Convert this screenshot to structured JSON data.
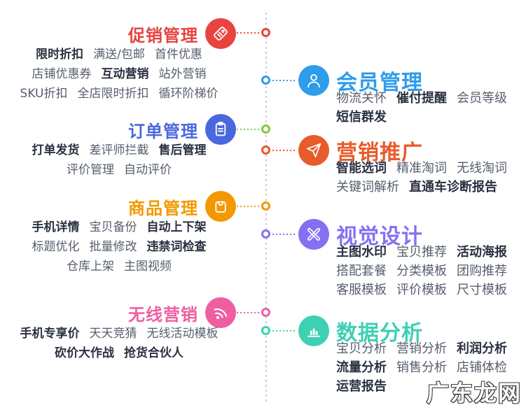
{
  "watermark": "广东龙网",
  "timeline_color": "#cbcfd4",
  "sections": [
    {
      "title": "促销管理",
      "color": "#e8433f",
      "line_color": "#e8433f",
      "icon": "tag-icon",
      "side": "left",
      "rows": [
        [
          {
            "text": "限时折扣",
            "bold": true
          },
          {
            "text": "满送/包邮",
            "bold": false
          },
          {
            "text": "首件优惠",
            "bold": false
          }
        ],
        [
          {
            "text": "店铺优惠券",
            "bold": false
          },
          {
            "text": "互动营销",
            "bold": true
          },
          {
            "text": "站外营销",
            "bold": false
          }
        ],
        [
          {
            "text": "SKU折扣",
            "bold": false
          },
          {
            "text": "全店限时折扣",
            "bold": false
          },
          {
            "text": "循环阶梯价",
            "bold": false
          }
        ]
      ]
    },
    {
      "title": "会员管理",
      "color": "#2f9cea",
      "line_color": "#2f9cea",
      "icon": "user-icon",
      "side": "right",
      "rows": [
        [
          {
            "text": "物流关怀",
            "bold": false
          },
          {
            "text": "催付提醒",
            "bold": true
          },
          {
            "text": "会员等级",
            "bold": false
          }
        ],
        [
          {
            "text": "短信群发",
            "bold": true
          }
        ]
      ]
    },
    {
      "title": "订单管理",
      "color": "#4a68dd",
      "line_color": "#82c943",
      "icon": "clipboard-icon",
      "side": "left",
      "rows": [
        [
          {
            "text": "打单发货",
            "bold": true
          },
          {
            "text": "差评师拦截",
            "bold": false
          },
          {
            "text": "售后管理",
            "bold": true
          }
        ],
        [
          {
            "text": "评价管理",
            "bold": false
          },
          {
            "text": "自动评价",
            "bold": false
          }
        ]
      ]
    },
    {
      "title": "营销推广",
      "color": "#e85b2b",
      "line_color": "#e85b2b",
      "icon": "paper-plane-icon",
      "side": "right",
      "rows": [
        [
          {
            "text": "智能选词",
            "bold": true
          },
          {
            "text": "精准淘词",
            "bold": false
          },
          {
            "text": "无线淘词",
            "bold": false
          }
        ],
        [
          {
            "text": "关键词解析",
            "bold": false
          },
          {
            "text": "直通车诊断报告",
            "bold": true
          }
        ]
      ]
    },
    {
      "title": "商品管理",
      "color": "#f39800",
      "line_color": "#f39800",
      "icon": "shopping-bag-icon",
      "side": "left",
      "rows": [
        [
          {
            "text": "手机详情",
            "bold": true
          },
          {
            "text": "宝贝备份",
            "bold": false
          },
          {
            "text": "自动上下架",
            "bold": true
          }
        ],
        [
          {
            "text": "标题优化",
            "bold": false
          },
          {
            "text": "批量修改",
            "bold": false
          },
          {
            "text": "违禁词检查",
            "bold": true
          }
        ],
        [
          {
            "text": "仓库上架",
            "bold": false
          },
          {
            "text": "主图视频",
            "bold": false
          }
        ]
      ]
    },
    {
      "title": "视觉设计",
      "color": "#8371f2",
      "line_color": "#8371f2",
      "icon": "design-tools-icon",
      "side": "right",
      "rows": [
        [
          {
            "text": "主图水印",
            "bold": true
          },
          {
            "text": "宝贝推荐",
            "bold": false
          },
          {
            "text": "活动海报",
            "bold": true
          }
        ],
        [
          {
            "text": "搭配套餐",
            "bold": false
          },
          {
            "text": "分类模板",
            "bold": false
          },
          {
            "text": "团购推荐",
            "bold": false
          }
        ],
        [
          {
            "text": "客服模板",
            "bold": false
          },
          {
            "text": "评价模板",
            "bold": false
          },
          {
            "text": "尺寸模板",
            "bold": false
          }
        ]
      ]
    },
    {
      "title": "无线营销",
      "color": "#ee5fa2",
      "line_color": "#ee5fa2",
      "icon": "wifi-icon",
      "side": "left",
      "rows": [
        [
          {
            "text": "手机专享价",
            "bold": true
          },
          {
            "text": "天天竞猜",
            "bold": false
          },
          {
            "text": "无线活动模板",
            "bold": false
          }
        ],
        [
          {
            "text": "砍价大作战",
            "bold": true
          },
          {
            "text": "抢货合伙人",
            "bold": true
          }
        ]
      ]
    },
    {
      "title": "数据分析",
      "color": "#3ed0b2",
      "line_color": "#3ed0b2",
      "icon": "bar-chart-icon",
      "side": "right",
      "rows": [
        [
          {
            "text": "宝贝分析",
            "bold": false
          },
          {
            "text": "营销分析",
            "bold": false
          },
          {
            "text": "利润分析",
            "bold": true
          }
        ],
        [
          {
            "text": "流量分析",
            "bold": true
          },
          {
            "text": "销售分析",
            "bold": false
          },
          {
            "text": "店铺体检",
            "bold": false
          }
        ],
        [
          {
            "text": "运营报告",
            "bold": true
          }
        ]
      ]
    }
  ]
}
